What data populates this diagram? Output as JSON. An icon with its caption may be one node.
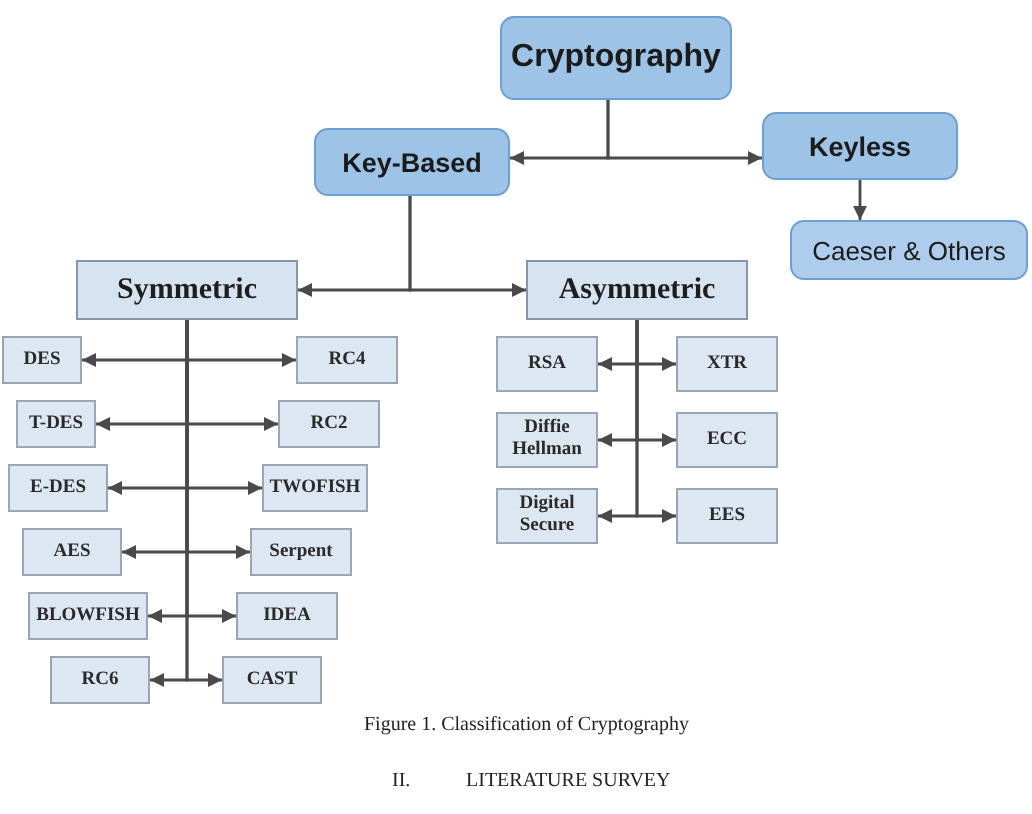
{
  "diagram": {
    "caption": "Figure 1. Classification of Cryptography",
    "nodes": [
      {
        "text": [
          "Cryptography"
        ]
      },
      {
        "text": [
          "Key-Based"
        ]
      },
      {
        "text": [
          "Keyless"
        ]
      },
      {
        "text": [
          "Caeser & Others"
        ]
      },
      {
        "text": [
          "Symmetric"
        ]
      },
      {
        "text": [
          "Asymmetric"
        ]
      },
      {
        "text": [
          "DES"
        ]
      },
      {
        "text": [
          "RC4"
        ]
      },
      {
        "text": [
          "T-DES"
        ]
      },
      {
        "text": [
          "RC2"
        ]
      },
      {
        "text": [
          "E-DES"
        ]
      },
      {
        "text": [
          "TWOFISH"
        ]
      },
      {
        "text": [
          "AES"
        ]
      },
      {
        "text": [
          "Serpent"
        ]
      },
      {
        "text": [
          "BLOWFISH"
        ]
      },
      {
        "text": [
          "IDEA"
        ]
      },
      {
        "text": [
          "RC6"
        ]
      },
      {
        "text": [
          "CAST"
        ]
      },
      {
        "text": [
          "RSA"
        ]
      },
      {
        "text": [
          "XTR"
        ]
      },
      {
        "text": [
          "Diffie Hellman"
        ]
      },
      {
        "text": [
          "ECC"
        ]
      },
      {
        "text": [
          "Digital Secure"
        ]
      },
      {
        "text": [
          "EES"
        ]
      }
    ],
    "edges": [
      {
        "from": 0,
        "to": 1,
        "arrow": "to"
      },
      {
        "from": 0,
        "to": 2,
        "arrow": "to"
      },
      {
        "from": 2,
        "to": 3,
        "arrow": "to"
      },
      {
        "from": 1,
        "to": 4,
        "arrow": "to"
      },
      {
        "from": 1,
        "to": 5,
        "arrow": "to"
      },
      {
        "from": 4,
        "to": 6,
        "arrow": "to"
      },
      {
        "from": 4,
        "to": 7,
        "arrow": "to"
      },
      {
        "from": 4,
        "to": 8,
        "arrow": "to"
      },
      {
        "from": 4,
        "to": 9,
        "arrow": "to"
      },
      {
        "from": 4,
        "to": 10,
        "arrow": "to"
      },
      {
        "from": 4,
        "to": 11,
        "arrow": "to"
      },
      {
        "from": 4,
        "to": 12,
        "arrow": "to"
      },
      {
        "from": 4,
        "to": 13,
        "arrow": "to"
      },
      {
        "from": 4,
        "to": 14,
        "arrow": "to"
      },
      {
        "from": 4,
        "to": 15,
        "arrow": "to"
      },
      {
        "from": 4,
        "to": 16,
        "arrow": "to"
      },
      {
        "from": 4,
        "to": 17,
        "arrow": "to"
      },
      {
        "from": 5,
        "to": 18,
        "arrow": "to"
      },
      {
        "from": 5,
        "to": 19,
        "arrow": "to"
      },
      {
        "from": 5,
        "to": 20,
        "arrow": "to"
      },
      {
        "from": 5,
        "to": 21,
        "arrow": "to"
      },
      {
        "from": 5,
        "to": 22,
        "arrow": "to"
      },
      {
        "from": 5,
        "to": 23,
        "arrow": "to"
      }
    ],
    "labels": [
      "II.",
      "LITERATURE SURVEY"
    ]
  }
}
